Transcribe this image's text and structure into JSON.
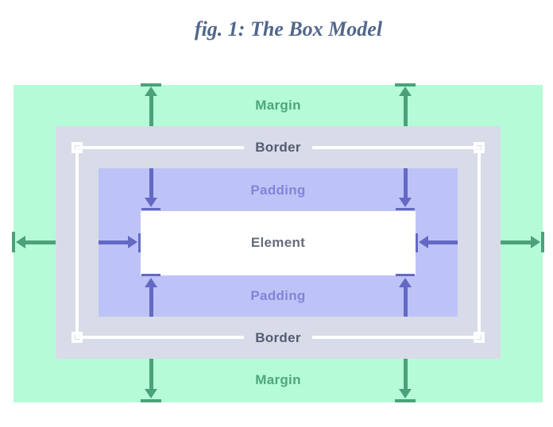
{
  "title": "fig. 1: The Box Model",
  "diagram": {
    "margin_label_top": "Margin",
    "border_label_top": "Border",
    "padding_label_top": "Padding",
    "element_label": "Element",
    "padding_label_bottom": "Padding",
    "border_label_bottom": "Border",
    "margin_label_bottom": "Margin"
  },
  "colors": {
    "page_bg": "#ffffff",
    "title_text": "#50678c",
    "margin_bg": "#b5fbd8",
    "margin_text": "#4ea67c",
    "margin_arrow": "#4ba27a",
    "border_bg": "#d8dce8",
    "border_text": "#555b72",
    "border_line": "#ffffff",
    "padding_bg": "#bec3f7",
    "padding_text": "#8085da",
    "padding_arrow": "#6469c5",
    "element_bg": "#ffffff",
    "element_text": "#666c79"
  }
}
